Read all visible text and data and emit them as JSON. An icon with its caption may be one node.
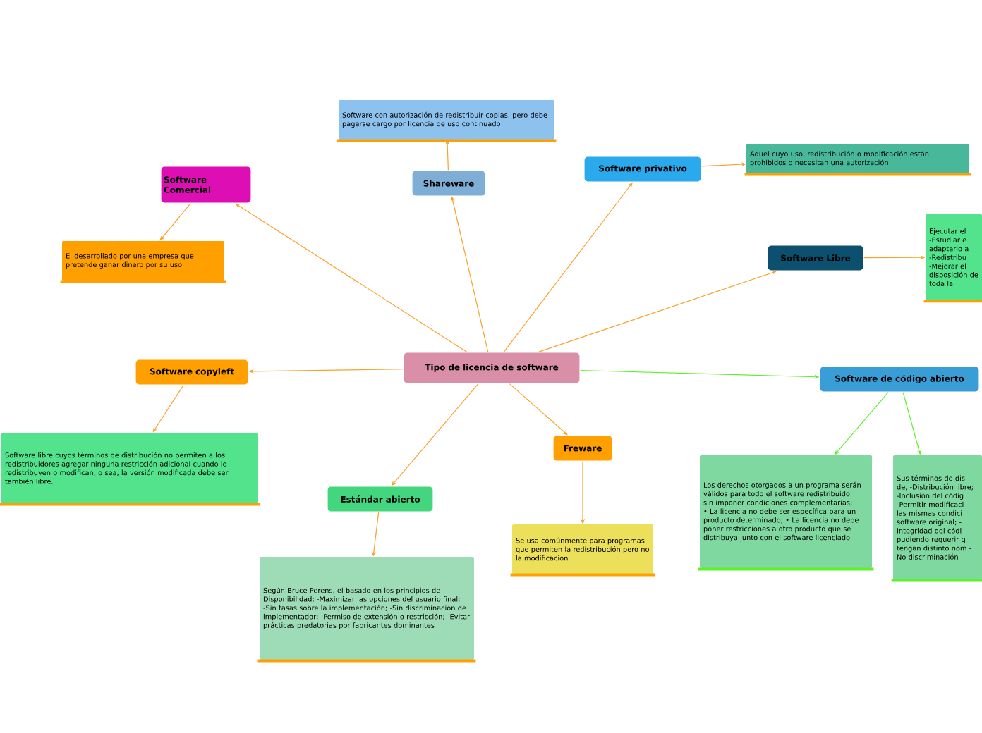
{
  "diagram": {
    "nodes": [
      {
        "text": [
          "Tipo de licencia de software"
        ]
      },
      {
        "text": [
          "Software Comercial"
        ]
      },
      {
        "text": [
          "El desarrollado por una empresa que pretende ganar dinero por su uso"
        ]
      },
      {
        "text": [
          "Shareware"
        ]
      },
      {
        "text": [
          "Software con autorización de redistribuir copias, pero debe pagarse cargo por licencia de uso continuado"
        ]
      },
      {
        "text": [
          "Software privativo"
        ]
      },
      {
        "text": [
          "Aquel cuyo uso, redistribución o modificación están prohibidos o necesitan una autorización"
        ]
      },
      {
        "text": [
          "Software Libre"
        ]
      },
      {
        "text": [
          "Ejecutar el -Estudiar e adaptarlo a -Redistribu -Mejorar el disposición de toda la"
        ]
      },
      {
        "text": [
          "Software copyleft"
        ]
      },
      {
        "text": [
          "Software libre cuyos términos de distribución no permiten a los redistribuidores agregar ninguna restricción adicional cuando lo redistribuyen o modifican, o sea, la versión modificada debe ser también libre."
        ]
      },
      {
        "text": [
          "Estándar abierto"
        ]
      },
      {
        "text": [
          "Según Bruce Perens, el basado en los principios de -Disponibilidad; -Maximizar las opciones del usuario final; -Sin tasas sobre la implementación; -Sin discriminación de implementador; -Permiso de extensión o restricción; -Evitar prácticas predatorias por fabricantes dominantes"
        ]
      },
      {
        "text": [
          "Freware"
        ]
      },
      {
        "text": [
          "Se usa comúnmente para programas que permiten la redistribución pero no la modificacion"
        ]
      },
      {
        "text": [
          "Software de código abierto"
        ]
      },
      {
        "text": [
          "Los derechos otorgados a un programa serán válidos para todo el software redistribuido sin imponer condiciones complementarias; • La licencia no debe ser específica para un producto determinado; • La licencia no debe poner restricciones a otro producto que se distribuya junto con el software licenciado"
        ]
      },
      {
        "text": [
          "Sus términos de dis de, -Distribución libre; -Inclusión del códig -Permitir modificaci las mismas condici software original; -Integridad del códi pudiendo requerir q tengan distinto nom -No discriminación"
        ]
      }
    ],
    "edges": [
      {
        "from": 0,
        "to": 1,
        "arrow": "to"
      },
      {
        "from": 1,
        "to": 2,
        "arrow": "to"
      },
      {
        "from": 0,
        "to": 3,
        "arrow": "to"
      },
      {
        "from": 3,
        "to": 4,
        "arrow": "to"
      },
      {
        "from": 0,
        "to": 5,
        "arrow": "to"
      },
      {
        "from": 5,
        "to": 6,
        "arrow": "to"
      },
      {
        "from": 0,
        "to": 7,
        "arrow": "to"
      },
      {
        "from": 7,
        "to": 8,
        "arrow": "to"
      },
      {
        "from": 0,
        "to": 9,
        "arrow": "to"
      },
      {
        "from": 9,
        "to": 10,
        "arrow": "to"
      },
      {
        "from": 0,
        "to": 11,
        "arrow": "to"
      },
      {
        "from": 11,
        "to": 12,
        "arrow": "to"
      },
      {
        "from": 0,
        "to": 13,
        "arrow": "to"
      },
      {
        "from": 13,
        "to": 14,
        "arrow": "to"
      },
      {
        "from": 0,
        "to": 15,
        "arrow": "to",
        "color": "#5ef02a"
      },
      {
        "from": 15,
        "to": 16,
        "arrow": "to",
        "color": "#5ef02a"
      },
      {
        "from": 15,
        "to": 17,
        "arrow": "to",
        "color": "#5ef02a"
      }
    ]
  }
}
